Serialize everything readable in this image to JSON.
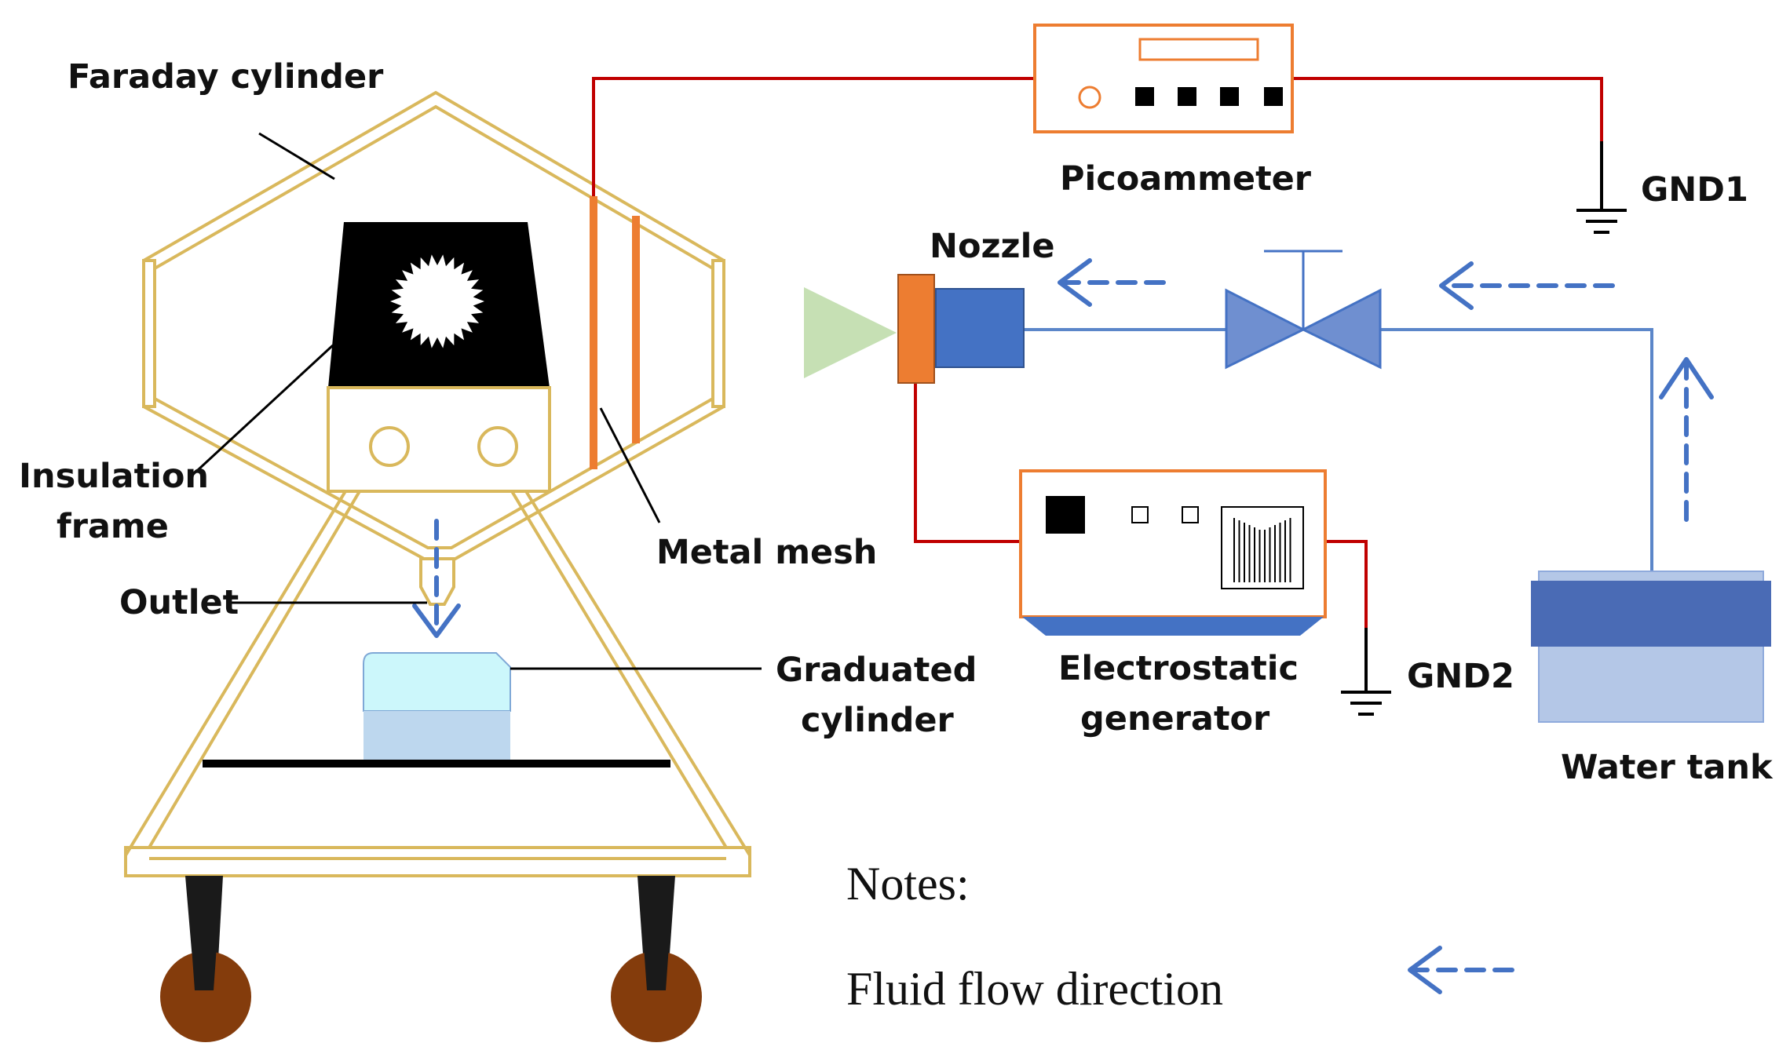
{
  "labels": {
    "faraday_cylinder": "Faraday cylinder",
    "insulation_frame_line1": "Insulation",
    "insulation_frame_line2": "frame",
    "outlet": "Outlet",
    "graduated_cylinder_line1": "Graduated",
    "graduated_cylinder_line2": "cylinder",
    "metal_mesh": "Metal mesh",
    "picoammeter": "Picoammeter",
    "gnd1": "GND1",
    "nozzle": "Nozzle",
    "electrostatic_generator_line1": "Electrostatic",
    "electrostatic_generator_line2": "generator",
    "gnd2": "GND2",
    "water_tank": "Water tank"
  },
  "notes": {
    "title": "Notes:",
    "fluid_flow_direction": "Fluid flow direction"
  },
  "colors": {
    "frame": "#d9b85c",
    "wire_red": "#c00000",
    "pipe_blue": "#5b86c9",
    "arrow_blue": "#4472c4",
    "instrument_orange": "#ed7d31",
    "nozzle_blue": "#4472c4",
    "spray_green": "#c6e0b4",
    "valve_blue": "#6f8fd0",
    "tank_dark": "#4a6bb5",
    "tank_light": "#b4c7e7",
    "cylinder_top": "#ccf7fb",
    "cylinder_bottom": "#bdd7ee",
    "wheel_brown": "#843c0c"
  }
}
